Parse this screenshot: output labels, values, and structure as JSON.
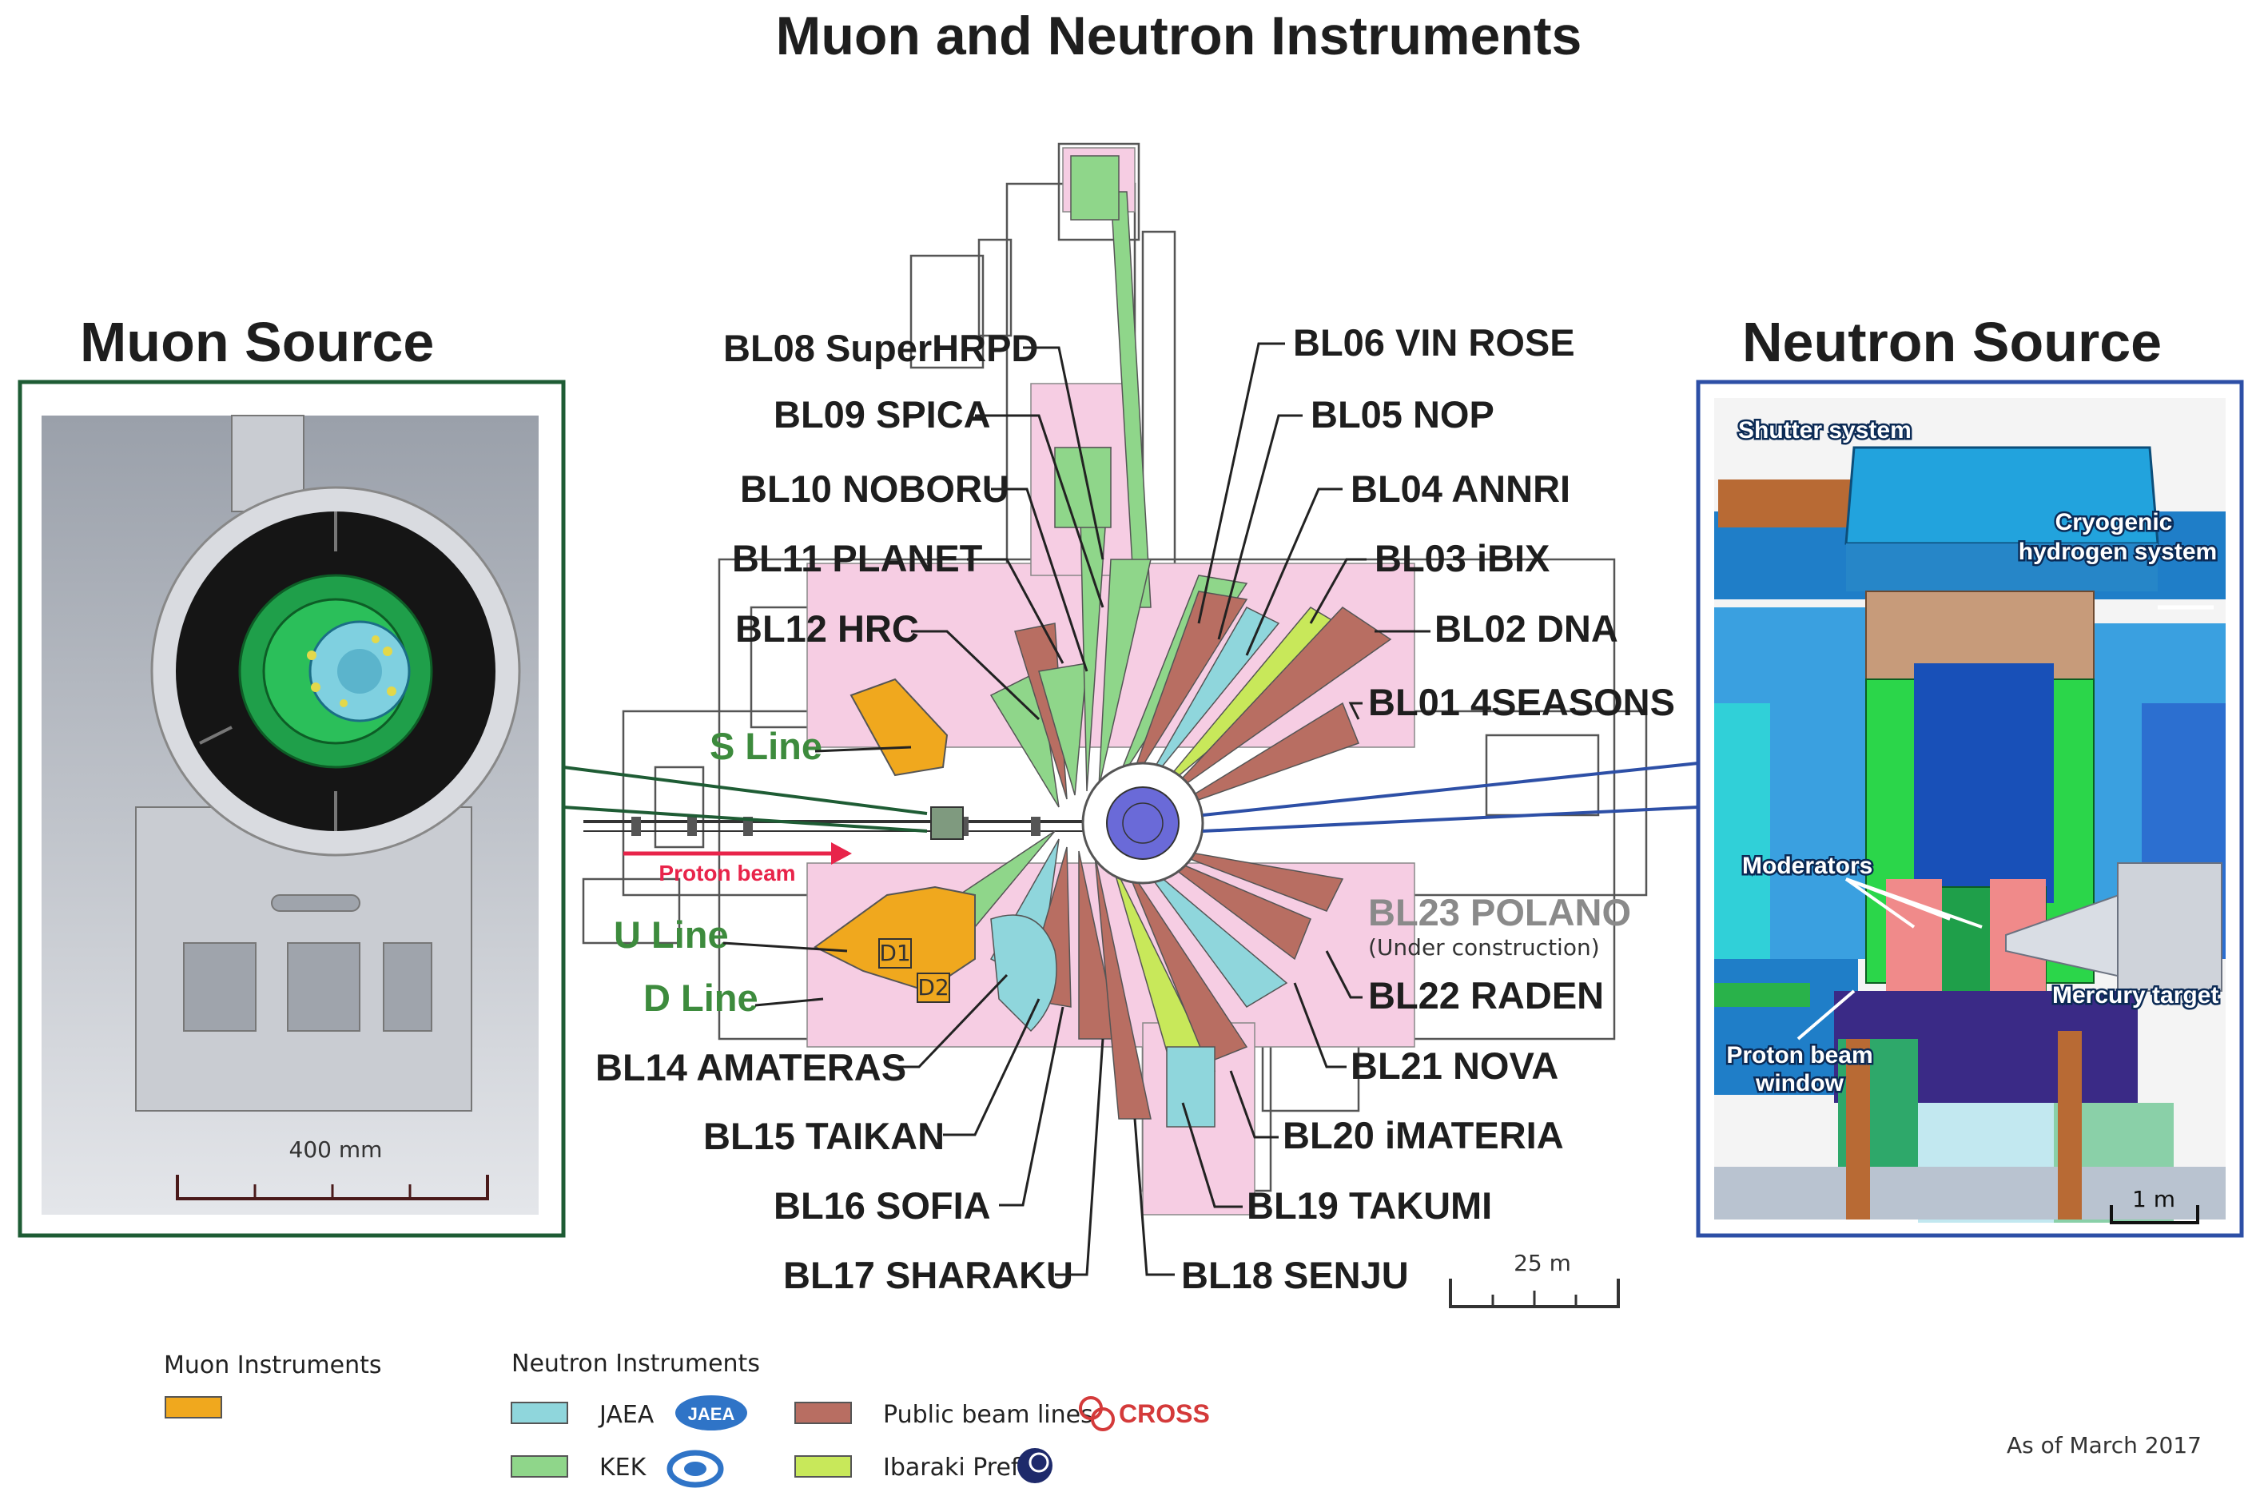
{
  "title": "Muon and Neutron Instruments",
  "muon_panel": {
    "heading": "Muon Source",
    "scale": "400 mm"
  },
  "neutron_panel": {
    "heading": "Neutron Source",
    "labels": {
      "shutter": "Shutter system",
      "cryo_1": "Cryogenic",
      "cryo_2": "hydrogen system",
      "moderators": "Moderators",
      "mercury": "Mercury target",
      "window_1": "Proton beam",
      "window_2": "window"
    },
    "scale": "1 m"
  },
  "beamlines": {
    "bl01": "BL01 4SEASONS",
    "bl02": "BL02 DNA",
    "bl03": "BL03 iBIX",
    "bl04": "BL04 ANNRI",
    "bl05": "BL05 NOP",
    "bl06": "BL06 VIN ROSE",
    "bl08": "BL08 SuperHRPD",
    "bl09": "BL09 SPICA",
    "bl10": "BL10 NOBORU",
    "bl11": "BL11 PLANET",
    "bl12": "BL12 HRC",
    "bl14": "BL14 AMATERAS",
    "bl15": "BL15 TAIKAN",
    "bl16": "BL16 SOFIA",
    "bl17": "BL17 SHARAKU",
    "bl18": "BL18 SENJU",
    "bl19": "BL19 TAKUMI",
    "bl20": "BL20 iMATERIA",
    "bl21": "BL21 NOVA",
    "bl22": "BL22 RADEN",
    "bl23": "BL23 POLANO",
    "bl23_note": "(Under construction)"
  },
  "muon_lines": {
    "s": "S Line",
    "u": "U Line",
    "d": "D Line",
    "d1": "D1",
    "d2": "D2"
  },
  "proton_beam": "Proton beam",
  "facility_scale": "25 m",
  "legend": {
    "muon_title": "Muon Instruments",
    "neutron_title": "Neutron Instruments",
    "jaea": "JAEA",
    "jaea_logo": "JAEA",
    "kek": "KEK",
    "public": "Public beam lines",
    "cross_logo": "CROSS",
    "ibaraki": "Ibaraki Pref."
  },
  "date_note": "As of March 2017",
  "colors": {
    "muon": "#f0a81e",
    "jaea": "#8fd6dc",
    "kek": "#8fd68a",
    "public": "#b86e62",
    "ibaraki": "#c8e85a",
    "hall": "#f6cde3",
    "muon_frame": "#1e5c34",
    "neutron_frame": "#2d4fa6",
    "proton_beam": "#e8244a"
  }
}
